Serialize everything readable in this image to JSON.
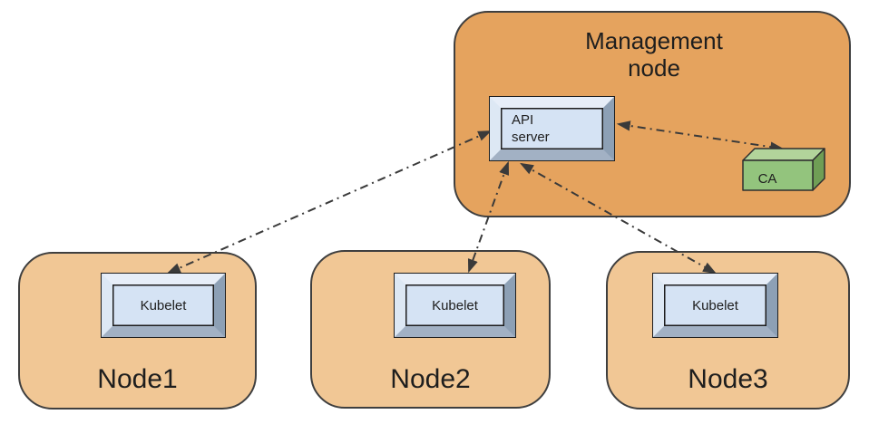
{
  "diagram": {
    "management_node": {
      "label": "Management node",
      "api_server_label": "API server",
      "ca_label": "CA"
    },
    "worker_nodes": [
      {
        "label": "Node1",
        "component": "Kubelet"
      },
      {
        "label": "Node2",
        "component": "Kubelet"
      },
      {
        "label": "Node3",
        "component": "Kubelet"
      }
    ],
    "connections": [
      {
        "from": "API server",
        "to": "Kubelet (Node1)",
        "style": "dash-dot",
        "bidirectional": true
      },
      {
        "from": "API server",
        "to": "Kubelet (Node2)",
        "style": "dash-dot",
        "bidirectional": true
      },
      {
        "from": "API server",
        "to": "Kubelet (Node3)",
        "style": "dash-dot",
        "bidirectional": true
      },
      {
        "from": "API server",
        "to": "CA",
        "style": "dash-dot",
        "bidirectional": true
      }
    ],
    "colors": {
      "management_node_fill": "#e5a35e",
      "worker_node_fill": "#f1c795",
      "node_border": "#3f3f3f",
      "box_panel_fill": "#d5e3f4",
      "bevel_light": "#e7eef8",
      "bevel_dark": "#8da0b5",
      "ca_front": "#93c47d",
      "ca_top": "#b2d49b",
      "ca_side": "#6f9e55",
      "arrow": "#3a3a3a",
      "text": "#1e1e1e"
    }
  }
}
